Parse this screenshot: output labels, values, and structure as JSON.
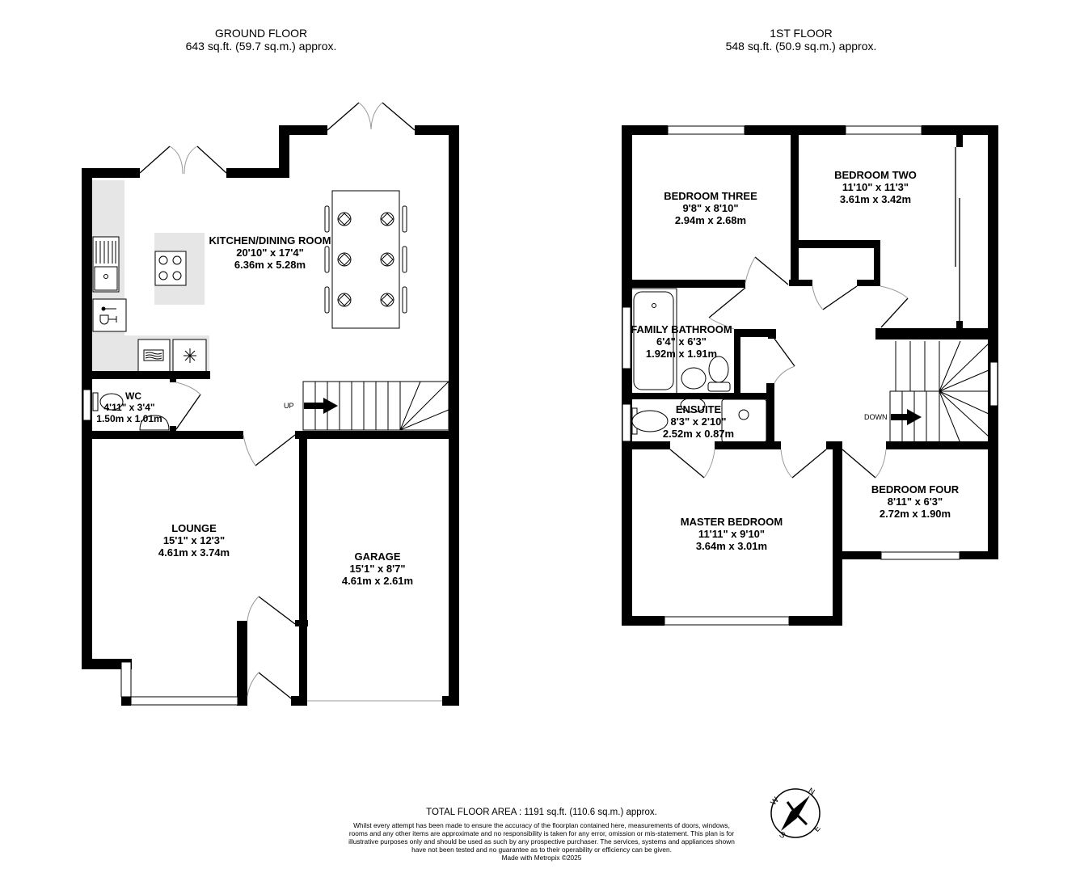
{
  "ground_floor": {
    "title": "GROUND FLOOR",
    "area": "643 sq.ft. (59.7 sq.m.) approx.",
    "rooms": [
      {
        "name": "KITCHEN/DINING ROOM",
        "imperial": "20'10\"  x 17'4\"",
        "metric": "6.36m  x 5.28m"
      },
      {
        "name": "WC",
        "imperial": "4'11\"  x 3'4\"",
        "metric": "1.50m  x 1.01m"
      },
      {
        "name": "LOUNGE",
        "imperial": "15'1\"  x 12'3\"",
        "metric": "4.61m  x 3.74m"
      },
      {
        "name": "GARAGE",
        "imperial": "15'1\"  x 8'7\"",
        "metric": "4.61m  x 2.61m"
      }
    ],
    "stairs_label": "UP"
  },
  "first_floor": {
    "title": "1ST FLOOR",
    "area": "548 sq.ft. (50.9 sq.m.) approx.",
    "rooms": [
      {
        "name": "BEDROOM THREE",
        "imperial": "9'8\"  x 8'10\"",
        "metric": "2.94m  x 2.68m"
      },
      {
        "name": "BEDROOM TWO",
        "imperial": "11'10\"  x 11'3\"",
        "metric": "3.61m  x 3.42m"
      },
      {
        "name": "FAMILY BATHROOM",
        "imperial": "6'4\"  x 6'3\"",
        "metric": "1.92m  x 1.91m"
      },
      {
        "name": "ENSUITE",
        "imperial": "8'3\"  x 2'10\"",
        "metric": "2.52m  x 0.87m"
      },
      {
        "name": "MASTER BEDROOM",
        "imperial": "11'11\"  x 9'10\"",
        "metric": "3.64m  x 3.01m"
      },
      {
        "name": "BEDROOM FOUR",
        "imperial": "8'11\"  x 6'3\"",
        "metric": "2.72m  x 1.90m"
      }
    ],
    "stairs_label": "DOWN"
  },
  "footer": {
    "total": "TOTAL FLOOR AREA : 1191 sq.ft. (110.6 sq.m.) approx.",
    "disclaimer": "Whilst every attempt has been made to ensure the accuracy of the floorplan contained here, measurements of doors, windows, rooms and any other items are approximate and no responsibility is taken for any error, omission or mis-statement. This plan is for illustrative purposes only and should be used as such by any prospective purchaser. The services, systems and appliances shown have not been tested and no guarantee as to their operability or efficiency can be given.",
    "credit": "Made with Metropix ©2025"
  },
  "compass": {
    "n": "N",
    "e": "E",
    "s": "S",
    "w": "W"
  },
  "colors": {
    "wall": "#000000",
    "counter": "#e6e6e6",
    "window": "#ffffff",
    "door_arc": "#9a9a9a"
  }
}
